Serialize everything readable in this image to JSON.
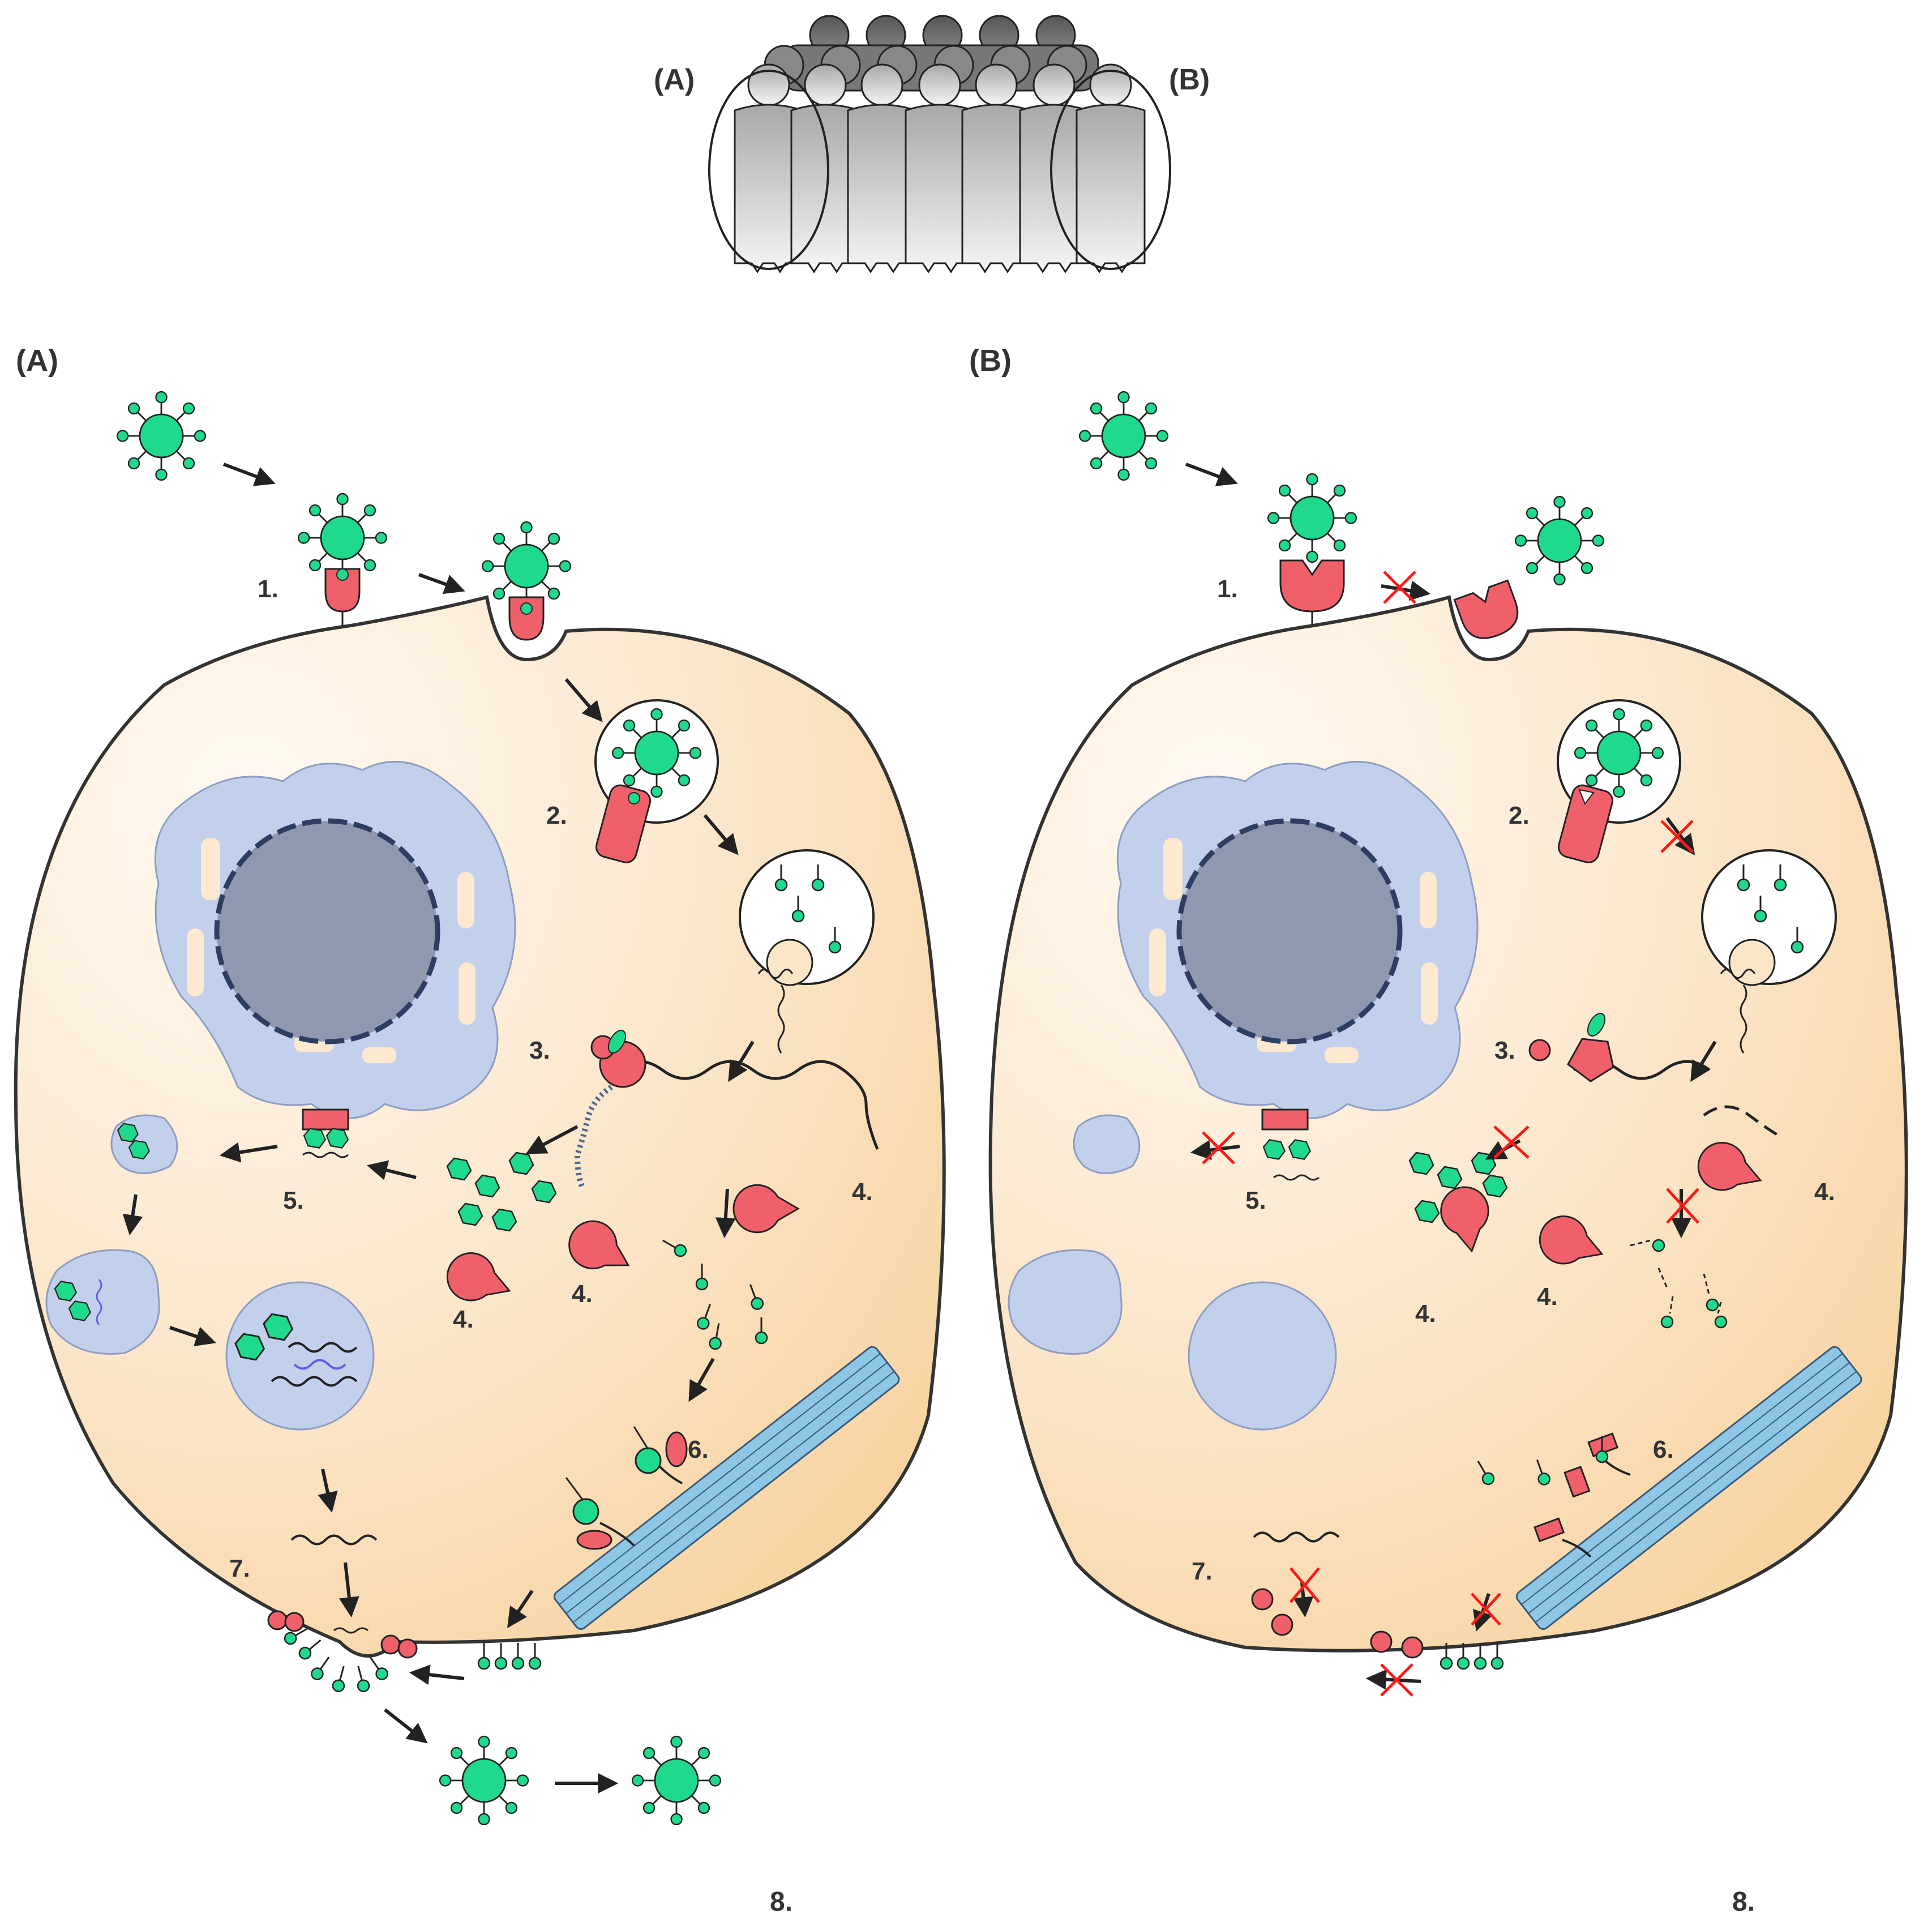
{
  "population": {
    "label_a": "(A)",
    "label_b": "(B)"
  },
  "panel_a": {
    "title": "(A)",
    "steps": {
      "s1": "1.",
      "s2": "2.",
      "s3": "3.",
      "s4a": "4.",
      "s4b": "4.",
      "s4c": "4.",
      "s5": "5.",
      "s6": "6.",
      "s7": "7.",
      "s8": "8."
    }
  },
  "panel_b": {
    "title": "(B)",
    "steps": {
      "s1": "1.",
      "s2": "2.",
      "s3": "3.",
      "s4a": "4.",
      "s4b": "4.",
      "s4c": "4.",
      "s5": "5.",
      "s6": "6.",
      "s7": "7.",
      "s8": "8."
    }
  },
  "colors": {
    "virus": "#1fd98c",
    "receptor": "#f0606a",
    "cytoplasm": "#fbe6c8",
    "er": "#c3d0ec",
    "nucleus": "#8e99b0",
    "microtubule": "#8ec6e6",
    "block": "#ff1a1a"
  }
}
